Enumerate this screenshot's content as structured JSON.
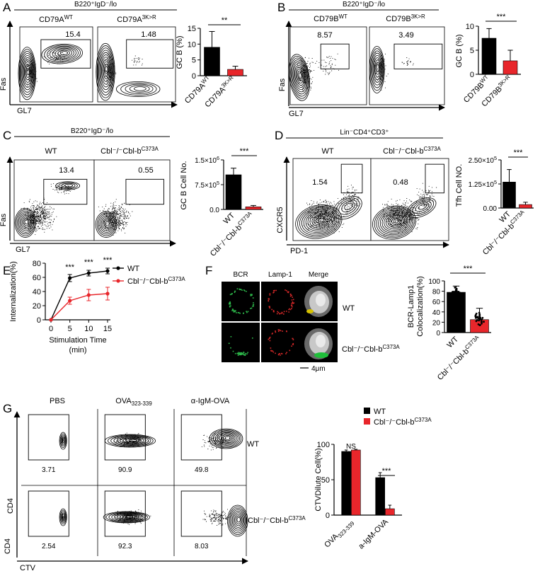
{
  "panels": {
    "A": {
      "label": "A",
      "header": "B220⁺IgD⁻/lo",
      "facs": [
        {
          "title": "CD79AWT",
          "title_base": "CD79A",
          "title_sup": "WT",
          "gate_value": "15.4"
        },
        {
          "title": "CD79A3K>R",
          "title_base": "CD79A",
          "title_sup": "3K>R",
          "gate_value": "1.48"
        }
      ],
      "y_axis": "Fas",
      "x_axis": "GL7",
      "bar_ylabel": "GC B (%)",
      "significance": "**",
      "bar_xlabels": [
        "CD79AWT",
        "CD79A3K>R"
      ]
    },
    "B": {
      "label": "B",
      "header": "B220⁺IgD⁻/lo",
      "facs": [
        {
          "title_base": "CD79B",
          "title_sup": "WT",
          "gate_value": "8.57"
        },
        {
          "title_base": "CD79B",
          "title_sup": "3K>R",
          "gate_value": "3.49"
        }
      ],
      "y_axis": "Fas",
      "x_axis": "GL7",
      "bar_ylabel": "GC B (%)",
      "significance": "***"
    },
    "C": {
      "label": "C",
      "header": "B220⁺IgD⁻/lo",
      "facs": [
        {
          "title": "WT",
          "gate_value": "13.4"
        },
        {
          "title_base": "Cbl⁻/⁻Cbl-b",
          "title_sup": "C373A",
          "gate_value": "0.55"
        }
      ],
      "y_axis": "Fas",
      "x_axis": "GL7",
      "bar_ylabel": "GC B Cell No.",
      "significance": "***"
    },
    "D": {
      "label": "D",
      "header": "Lin⁻CD4⁺CD3⁺",
      "facs": [
        {
          "title": "WT",
          "gate_value": "1.54"
        },
        {
          "title_base": "Cbl⁻/⁻Cbl-b",
          "title_sup": "C373A",
          "gate_value": "0.48"
        }
      ],
      "y_axis": "CXCR5",
      "x_axis": "PD-1",
      "bar_ylabel": "Tfh Cell NO.",
      "significance": "***"
    },
    "E": {
      "label": "E",
      "ylabel": "Internalization(%)",
      "xlabel": "Stimulation Time",
      "xlabel_unit": "(min)",
      "legend": [
        "WT",
        "Cbl⁻/⁻Cbl-bC373A"
      ],
      "significance": [
        "***",
        "***",
        "***"
      ]
    },
    "F": {
      "label": "F",
      "channels": [
        "BCR",
        "Lamp-1",
        "Merge"
      ],
      "rows": [
        "WT",
        "Cbl⁻/⁻Cbl-bC373A"
      ],
      "scale_bar": "4μm",
      "bar_ylabel": "BCR-Lamp1 Colocalization(%)",
      "bar_ylabel_line1": "BCR-Lamp1",
      "bar_ylabel_line2": "Colocalization(%)",
      "significance": "***"
    },
    "G": {
      "label": "G",
      "columns": [
        "PBS",
        "OVA323-339",
        "α-IgM-OVA"
      ],
      "column_bases": [
        "PBS",
        "OVA",
        "α-IgM-OVA"
      ],
      "column_subs": [
        "",
        "323-339",
        ""
      ],
      "rows": [
        "WT",
        "Cbl⁻/⁻Cbl-bC373A"
      ],
      "gate_values": [
        [
          "3.71",
          "90.9",
          "49.8"
        ],
        [
          "2.54",
          "92.3",
          "8.03"
        ]
      ],
      "y_axis": "CD4",
      "x_axis": "CTV",
      "legend": [
        "WT",
        "Cbl⁻/⁻Cbl-bC373A"
      ],
      "bar_ylabel": "CTVDilute Cell(%)",
      "significance": [
        "NS",
        "***"
      ]
    }
  },
  "colors": {
    "control": "#000000",
    "mutant": "#e8262b",
    "ink": "#000000"
  },
  "chart_data": [
    {
      "id": "A-bar",
      "type": "bar",
      "categories": [
        "CD79AWT",
        "CD79A3K>R"
      ],
      "values": [
        9,
        2
      ],
      "errors": [
        5,
        1
      ],
      "ylabel": "GC B (%)",
      "ylim": [
        0,
        15
      ],
      "yticks": [
        0,
        5,
        10,
        15
      ]
    },
    {
      "id": "B-bar",
      "type": "bar",
      "categories": [
        "CD79BWT",
        "CD79B3K>R"
      ],
      "values": [
        7.5,
        2.8
      ],
      "errors": [
        2,
        2.2
      ],
      "ylabel": "GC B (%)",
      "ylim": [
        0,
        10
      ],
      "yticks": [
        0,
        5,
        10
      ]
    },
    {
      "id": "C-bar",
      "type": "bar",
      "categories": [
        "WT",
        "Cbl⁻/⁻Cbl-bC373A"
      ],
      "values": [
        1050000,
        80000
      ],
      "errors": [
        200000,
        40000
      ],
      "ylabel": "GC B Cell No.",
      "ylim": [
        0,
        1500000
      ],
      "yticks": [
        0,
        750000,
        1500000
      ],
      "ytick_labels": [
        {
          "base": "0.0"
        },
        {
          "base": "7.5×10",
          "exp": "5"
        },
        {
          "base": "1.5×10",
          "exp": "6"
        }
      ]
    },
    {
      "id": "D-bar",
      "type": "bar",
      "categories": [
        "WT",
        "Cbl⁻/⁻Cbl-bC373A"
      ],
      "values": [
        135000,
        18000
      ],
      "errors": [
        65000,
        12000
      ],
      "ylabel": "Tfh Cell NO.",
      "ylim": [
        0,
        250000
      ],
      "yticks": [
        0,
        125000,
        250000
      ],
      "ytick_labels": [
        {
          "base": "0.00"
        },
        {
          "base": "1.25×10",
          "exp": "5"
        },
        {
          "base": "2.50×10",
          "exp": "5"
        }
      ]
    },
    {
      "id": "E-line",
      "type": "line",
      "x": [
        0,
        5,
        10,
        15
      ],
      "series": [
        {
          "name": "WT",
          "values": [
            0,
            59,
            66,
            69
          ],
          "errors": [
            0,
            5,
            4,
            4
          ]
        },
        {
          "name": "Cbl⁻/⁻Cbl-bC373A",
          "values": [
            0,
            27,
            35,
            37
          ],
          "errors": [
            0,
            5,
            8,
            9
          ]
        }
      ],
      "xlabel": "Stimulation Time (min)",
      "ylabel": "Internalization(%)",
      "xlim": [
        0,
        15
      ],
      "ylim": [
        0,
        80
      ],
      "xticks": [
        0,
        5,
        10,
        15
      ],
      "yticks": [
        0,
        20,
        40,
        60,
        80
      ]
    },
    {
      "id": "F-bar",
      "type": "bar",
      "categories": [
        "WT",
        "Cbl⁻/⁻Cbl-bC373A"
      ],
      "values": [
        78,
        25
      ],
      "errors": [
        12,
        22
      ],
      "ylabel": "BCR-Lamp1 Colocalization(%)",
      "ylim": [
        0,
        100
      ],
      "yticks": [
        0,
        20,
        40,
        60,
        80,
        100
      ]
    },
    {
      "id": "G-bar",
      "type": "bar",
      "categories": [
        "OVA323-339",
        "α-IgM-OVA"
      ],
      "series": [
        {
          "name": "WT",
          "values": [
            90,
            53
          ],
          "errors": [
            2,
            7
          ]
        },
        {
          "name": "Cbl⁻/⁻Cbl-bC373A",
          "values": [
            92,
            9
          ],
          "errors": [
            1,
            5
          ]
        }
      ],
      "ylabel": "CTVDilute Cell(%)",
      "ylim": [
        0,
        100
      ],
      "yticks": [
        0,
        50,
        100
      ]
    }
  ]
}
